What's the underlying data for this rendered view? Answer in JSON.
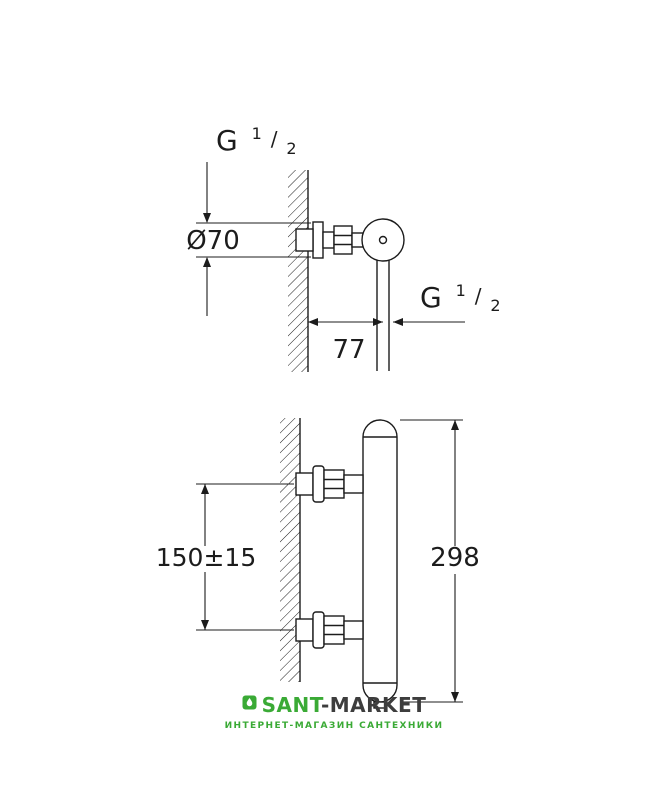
{
  "drawing": {
    "line_color": "#1c1c1c",
    "top_view": {
      "thread_top": {
        "prefix": "G",
        "numerator": "1",
        "slash": "/",
        "denominator": "2"
      },
      "thread_side": {
        "prefix": "G",
        "numerator": "1",
        "slash": "/",
        "denominator": "2"
      },
      "diameter": "Ø70",
      "wall_offset": "77"
    },
    "front_view": {
      "hole_spacing": "150±15",
      "body_height": "298"
    }
  },
  "footer": {
    "brand_primary": "SANT",
    "brand_secondary": "-MARKET",
    "tagline": "ИНТЕРНЕТ-МАГАЗИН САНТЕХНИКИ",
    "brand_color": "#3aaa35",
    "secondary_color": "#3d3d3d"
  }
}
